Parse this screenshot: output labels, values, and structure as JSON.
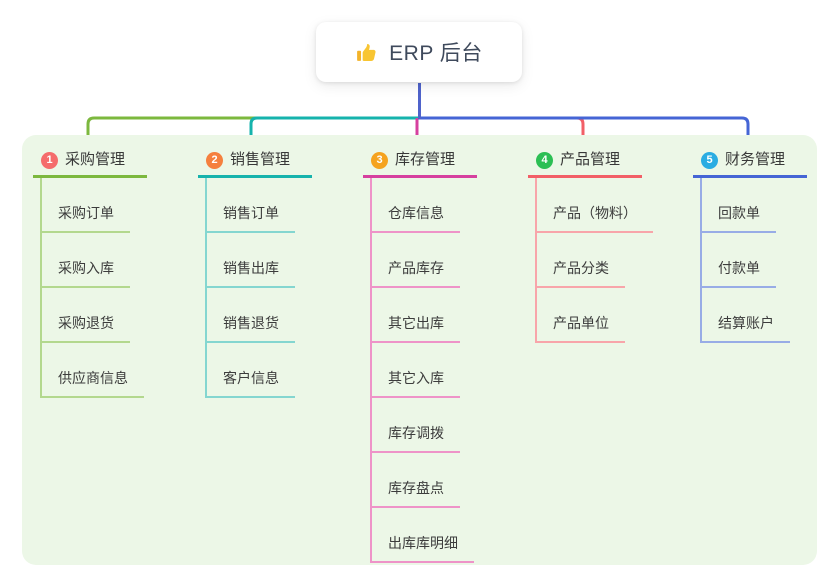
{
  "root": {
    "title": "ERP 后台",
    "icon": "thumbs-up-icon",
    "icon_color": "#f5b82e",
    "text_color": "#3f4a5c"
  },
  "connector_trunk_color": "#4f63cb",
  "panel_background": "#ecf7e7",
  "columns": [
    {
      "index": "1",
      "label": "采购管理",
      "badge_color": "#f56c6c",
      "line_color": "#7cb83e",
      "light_color": "#b3d88e",
      "children": [
        "采购订单",
        "采购入库",
        "采购退货",
        "供应商信息"
      ]
    },
    {
      "index": "2",
      "label": "销售管理",
      "badge_color": "#f5803e",
      "line_color": "#16b3ac",
      "light_color": "#84d6d0",
      "children": [
        "销售订单",
        "销售出库",
        "销售退货",
        "客户信息"
      ]
    },
    {
      "index": "3",
      "label": "库存管理",
      "badge_color": "#f5a31f",
      "line_color": "#d6409f",
      "light_color": "#ee93c8",
      "children": [
        "仓库信息",
        "产品库存",
        "其它出库",
        "其它入库",
        "库存调拨",
        "库存盘点",
        "出库库明细"
      ]
    },
    {
      "index": "4",
      "label": "产品管理",
      "badge_color": "#2cbf54",
      "line_color": "#f25f67",
      "light_color": "#f8a5aa",
      "children": [
        "产品（物料）",
        "产品分类",
        "产品单位"
      ]
    },
    {
      "index": "5",
      "label": "财务管理",
      "badge_color": "#2aace2",
      "line_color": "#4565d5",
      "light_color": "#98ace6",
      "children": [
        "回款单",
        "付款单",
        "结算账户"
      ]
    }
  ]
}
